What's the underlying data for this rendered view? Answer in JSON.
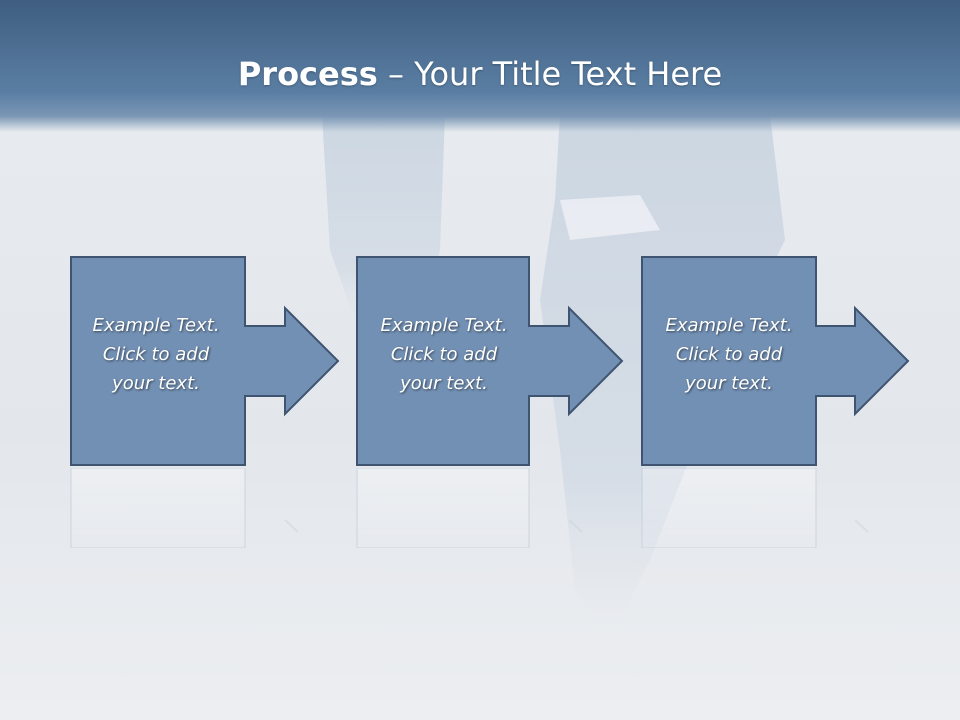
{
  "slide": {
    "title_bold": "Process",
    "title_rest": " – Your Title Text Here"
  },
  "steps": [
    {
      "text": "Example Text.\nClick  to add\nyour text."
    },
    {
      "text": "Example Text.\nClick  to add\nyour text."
    },
    {
      "text": "Example Text.\nClick  to add\nyour text."
    }
  ],
  "colors": {
    "header": "#4a6b8f",
    "box_fill": "#7290b4",
    "box_border": "#3e5470",
    "background": "#e9ecf0"
  }
}
